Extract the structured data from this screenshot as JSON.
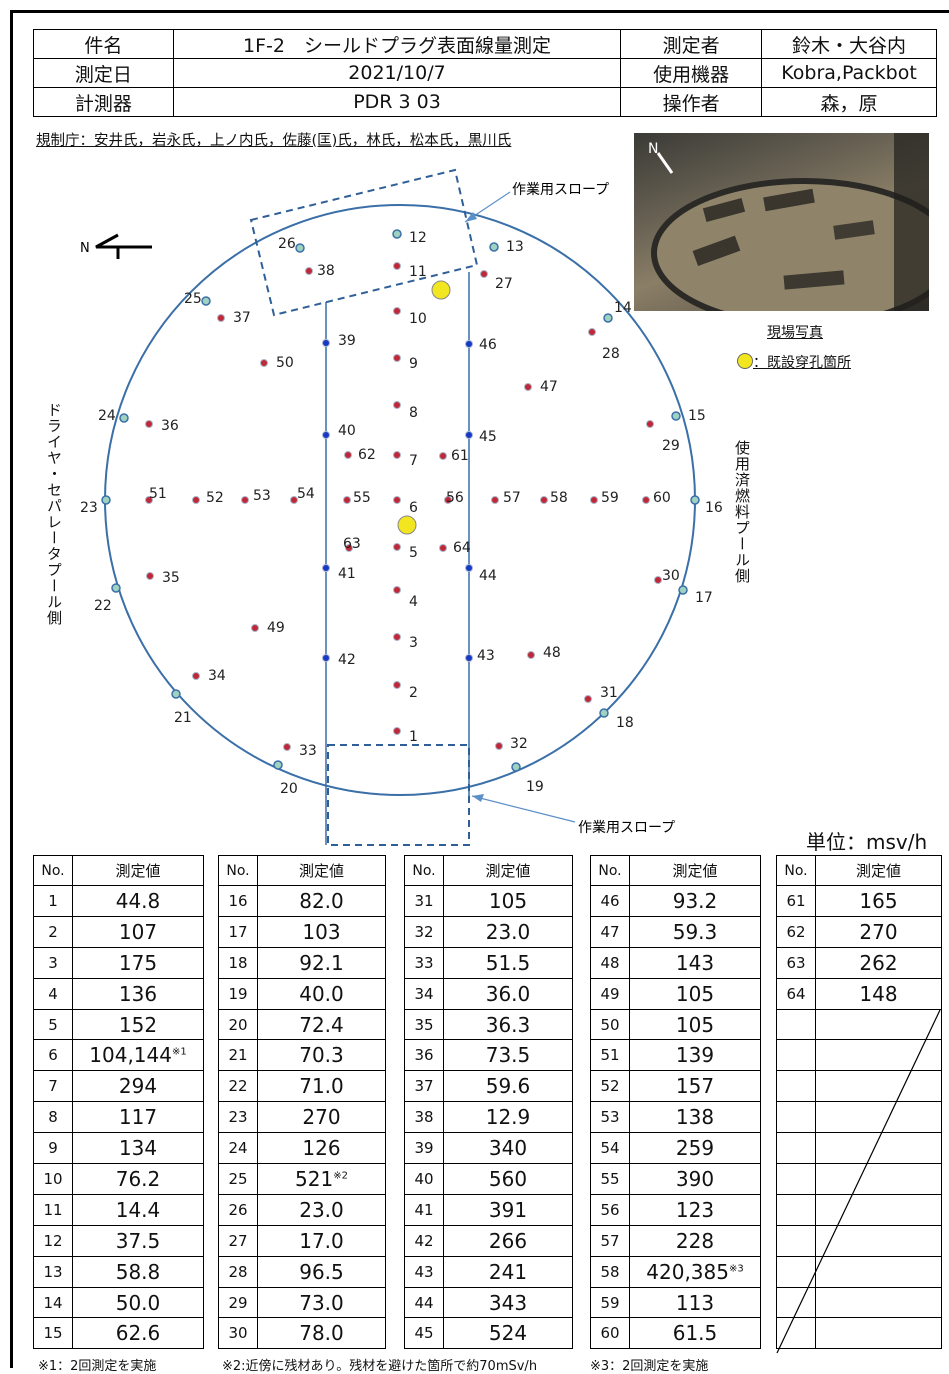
{
  "header": {
    "subject_label": "件名",
    "subject": "1F-2　シールドプラグ表面線量測定",
    "measurer_label": "測定者",
    "measurer": "鈴木・大谷内",
    "date_label": "測定日",
    "date": "2021/10/7",
    "equipment_label": "使用機器",
    "equipment": "Kobra,Packbot",
    "instrument_label": "計測器",
    "instrument": "PDR 3 03",
    "operator_label": "操作者",
    "operator": "森，原"
  },
  "regulator": "規制庁：安井氏，岩永氏，上ノ内氏，佐藤(匡)氏，林氏，松本氏，黒川氏",
  "diagram": {
    "north": "N",
    "slope_top": "作業用スロープ",
    "slope_bottom": "作業用スロープ",
    "left_side": "ドライヤ・セパレータプール側",
    "right_side": "使用済燃料プール側",
    "photo_caption": "現場写真",
    "photo_north": "N",
    "legend_hole": "：既設穿孔箇所"
  },
  "unit": "単位：msv/h",
  "table_header": {
    "no": "No.",
    "value": "測定値"
  },
  "measurements": [
    [
      [
        "1",
        "44.8"
      ],
      [
        "2",
        "107"
      ],
      [
        "3",
        "175"
      ],
      [
        "4",
        "136"
      ],
      [
        "5",
        "152"
      ],
      [
        "6",
        "104,144",
        "※1"
      ],
      [
        "7",
        "294"
      ],
      [
        "8",
        "117"
      ],
      [
        "9",
        "134"
      ],
      [
        "10",
        "76.2"
      ],
      [
        "11",
        "14.4"
      ],
      [
        "12",
        "37.5"
      ],
      [
        "13",
        "58.8"
      ],
      [
        "14",
        "50.0"
      ],
      [
        "15",
        "62.6"
      ]
    ],
    [
      [
        "16",
        "82.0"
      ],
      [
        "17",
        "103"
      ],
      [
        "18",
        "92.1"
      ],
      [
        "19",
        "40.0"
      ],
      [
        "20",
        "72.4"
      ],
      [
        "21",
        "70.3"
      ],
      [
        "22",
        "71.0"
      ],
      [
        "23",
        "270"
      ],
      [
        "24",
        "126"
      ],
      [
        "25",
        "521",
        "※2"
      ],
      [
        "26",
        "23.0"
      ],
      [
        "27",
        "17.0"
      ],
      [
        "28",
        "96.5"
      ],
      [
        "29",
        "73.0"
      ],
      [
        "30",
        "78.0"
      ]
    ],
    [
      [
        "31",
        "105"
      ],
      [
        "32",
        "23.0"
      ],
      [
        "33",
        "51.5"
      ],
      [
        "34",
        "36.0"
      ],
      [
        "35",
        "36.3"
      ],
      [
        "36",
        "73.5"
      ],
      [
        "37",
        "59.6"
      ],
      [
        "38",
        "12.9"
      ],
      [
        "39",
        "340"
      ],
      [
        "40",
        "560"
      ],
      [
        "41",
        "391"
      ],
      [
        "42",
        "266"
      ],
      [
        "43",
        "241"
      ],
      [
        "44",
        "343"
      ],
      [
        "45",
        "524"
      ]
    ],
    [
      [
        "46",
        "93.2"
      ],
      [
        "47",
        "59.3"
      ],
      [
        "48",
        "143"
      ],
      [
        "49",
        "105"
      ],
      [
        "50",
        "105"
      ],
      [
        "51",
        "139"
      ],
      [
        "52",
        "157"
      ],
      [
        "53",
        "138"
      ],
      [
        "54",
        "259"
      ],
      [
        "55",
        "390"
      ],
      [
        "56",
        "123"
      ],
      [
        "57",
        "228"
      ],
      [
        "58",
        "420,385",
        "※3"
      ],
      [
        "59",
        "113"
      ],
      [
        "60",
        "61.5"
      ]
    ],
    [
      [
        "61",
        "165"
      ],
      [
        "62",
        "270"
      ],
      [
        "63",
        "262"
      ],
      [
        "64",
        "148"
      ]
    ]
  ],
  "footnotes": {
    "n1": "※1：2回測定を実施",
    "n2": "※2:近傍に残材あり。残材を避けた箇所で約70mSv/h",
    "n3": "※3：2回測定を実施"
  },
  "colors": {
    "circle": "#3a6fa8",
    "point_red": "#c0283a",
    "point_blue": "#1838c8",
    "rim_point": "#9fd2c0",
    "hole": "#f2e620"
  }
}
